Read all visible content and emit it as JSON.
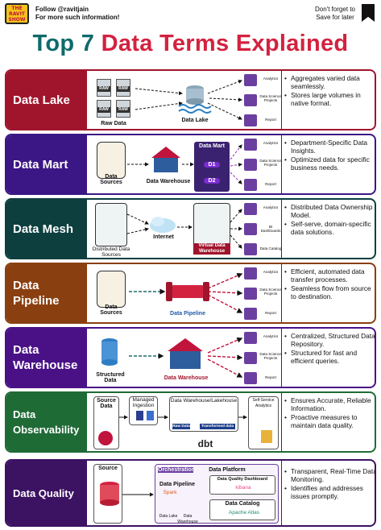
{
  "header": {
    "logo_lines": [
      "THE",
      "RAVIT",
      "SHOW"
    ],
    "follow_line1": "Follow @ravitjain",
    "follow_line2": "For more such information!",
    "reminder_line1": "Don't forget to",
    "reminder_line2": "Save for later"
  },
  "title": {
    "part1": "Top 7 ",
    "part2": "Data Terms Explained"
  },
  "colors": {
    "lake": "#a0152c",
    "mart": "#3b1785",
    "mesh": "#0d3f3f",
    "pipeline": "#8a3f10",
    "warehouse": "#4a1187",
    "observability": "#1f6b36",
    "quality": "#3c1262"
  },
  "rows": [
    {
      "label": "Data Lake",
      "nodes": [
        "RAW",
        "RAW",
        "RAW",
        "RAW",
        "Raw Data",
        "Data Lake"
      ],
      "outputs": [
        "Analytics",
        "Data Science Projects",
        "Report"
      ],
      "bullets": [
        "Aggregates varied data seamlessly.",
        "Stores large volumes in native format."
      ]
    },
    {
      "label": "Data Mart",
      "nodes": [
        "Data Sources",
        "Data Warehouse",
        "Data Mart",
        "D1",
        "D2"
      ],
      "outputs": [
        "Analytics",
        "Data Science Projects",
        "Report"
      ],
      "bullets": [
        "Department-Specific Data Insights.",
        "Optimized data for specific business needs."
      ]
    },
    {
      "label": "Data Mesh",
      "nodes": [
        "Distributed Data Sources",
        "Internet",
        "Virtual Data Warehouse"
      ],
      "outputs": [
        "Analytics",
        "BI Dashboards",
        "Data Catalog"
      ],
      "bullets": [
        "Distributed Data Ownership Model.",
        "Self-serve, domain-specific data solutions."
      ]
    },
    {
      "label": "Data Pipeline",
      "nodes": [
        "Data Sources",
        "Data Pipeline"
      ],
      "outputs": [
        "Analytics",
        "Data Science Projects",
        "Report"
      ],
      "bullets": [
        "Efficient, automated data transfer processes.",
        "Seamless flow from source to destination."
      ]
    },
    {
      "label": "Data Warehouse",
      "nodes": [
        "Structured Data",
        "Data Warehouse"
      ],
      "outputs": [
        "Analytics",
        "Data Science Projects",
        "Report"
      ],
      "bullets": [
        "Centralized, Structured Data Repository.",
        "Structured for fast and efficient queries."
      ]
    },
    {
      "label": "Data Observability",
      "nodes": [
        "Source Data",
        "Managed Ingestion",
        "Data Warehouse/Lakehouse",
        "Raw Data",
        "Transformed data",
        "dbt",
        "Self-Service Analytics"
      ],
      "bullets": [
        "Ensures Accurate, Reliable Information.",
        "Proactive measures to maintain data quality."
      ]
    },
    {
      "label": "Data Quality",
      "nodes": [
        "Source",
        "Orchestration",
        "Data Platform",
        "Data Pipeline",
        "Spark",
        "Data Lake",
        "Data Warehouse",
        "Data Quality Dashboard",
        "kibana",
        "Data Catalog",
        "Apache Atlas"
      ],
      "bullets": [
        "Transparent, Real-Time Data Monitoring.",
        "Identifies and addresses issues promptly."
      ]
    }
  ]
}
